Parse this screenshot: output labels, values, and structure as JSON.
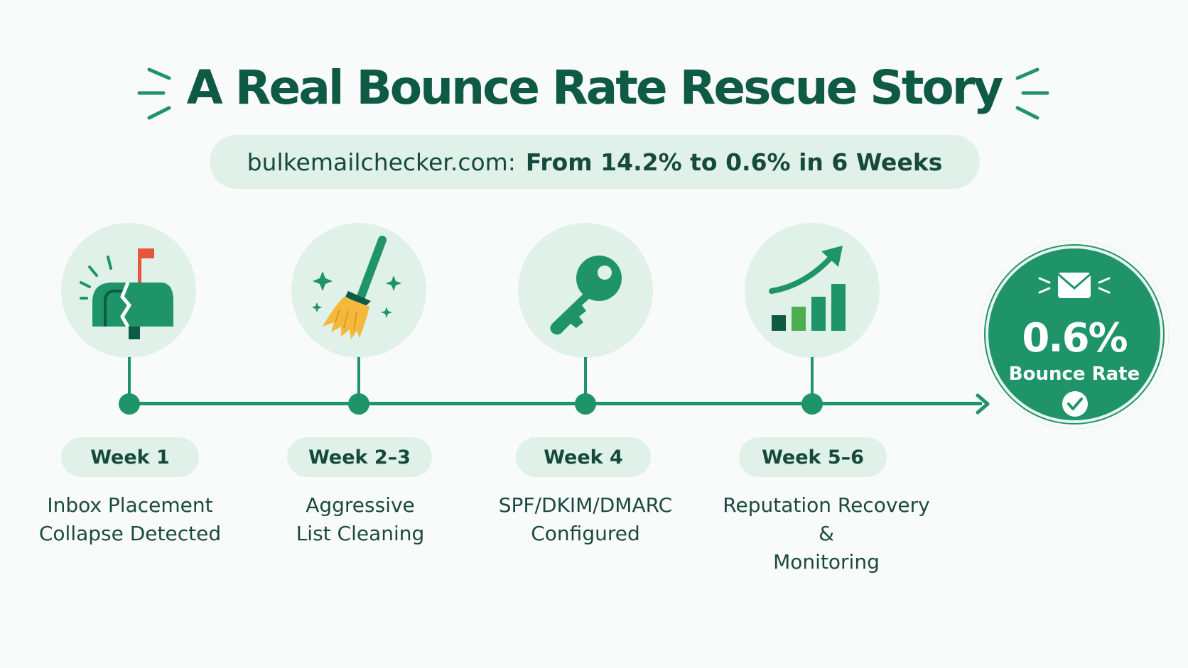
{
  "title": "A Real Bounce Rate Rescue Story",
  "subtitle": {
    "domain": "bulkemailchecker.com:",
    "tagline": "From 14.2% to 0.6% in 6 Weeks"
  },
  "steps": [
    {
      "week": "Week 1",
      "line1": "Inbox Placement",
      "line2": "Collapse Detected",
      "icon": "broken-mailbox-icon"
    },
    {
      "week": "Week 2–3",
      "line1": "Aggressive",
      "line2": "List Cleaning",
      "icon": "broom-icon"
    },
    {
      "week": "Week 4",
      "line1": "SPF/DKIM/DMARC",
      "line2": "Configured",
      "icon": "key-icon"
    },
    {
      "week": "Week 5–6",
      "line1": "Reputation Recovery &",
      "line2": "Monitoring",
      "icon": "growth-chart-icon"
    }
  ],
  "result": {
    "value": "0.6%",
    "label": "Bounce Rate",
    "icons": [
      "envelope-icon",
      "check-icon"
    ]
  },
  "colors": {
    "primary": "#1f9468",
    "dark": "#0f5a44",
    "pale": "#dff1e9",
    "accent_red": "#e8553f",
    "accent_yellow": "#f4b93a"
  }
}
